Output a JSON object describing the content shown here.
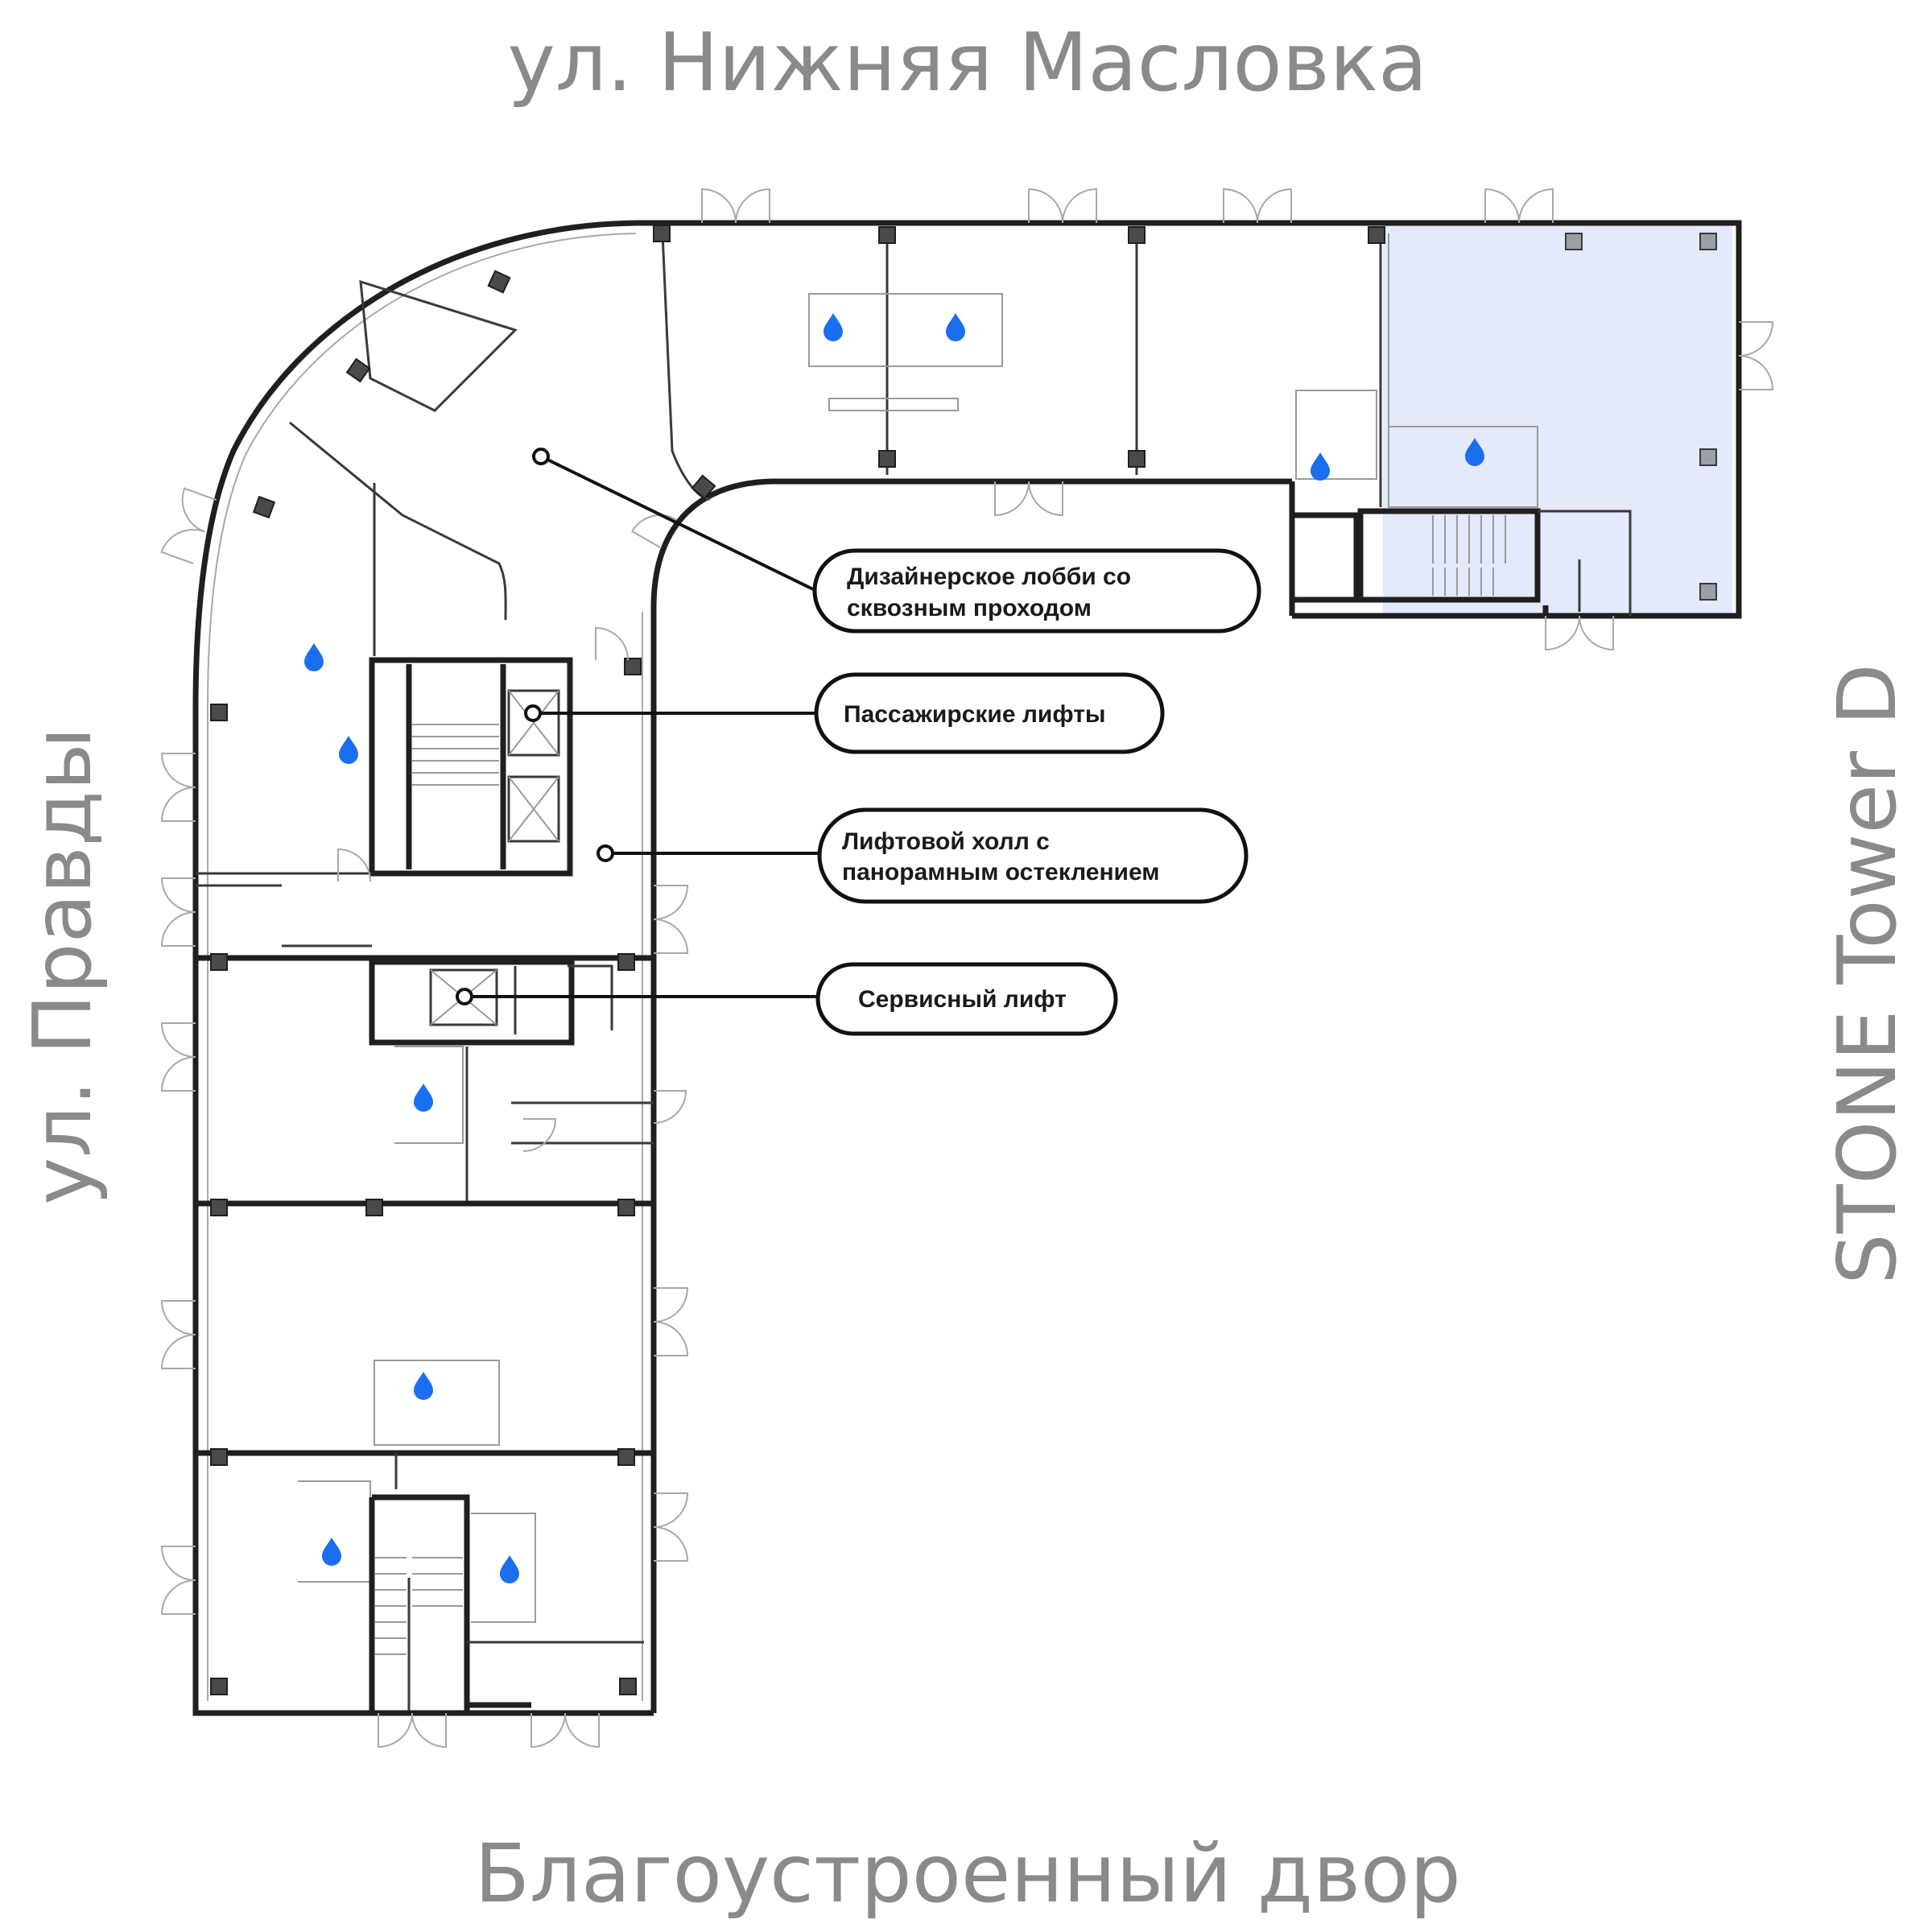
{
  "streets": {
    "north": "ул. Нижняя Масловка",
    "west": "ул. Правды",
    "south": "Благоустроенный двор",
    "east": "STONE Tower D"
  },
  "callouts": [
    {
      "id": "lobby",
      "lines": [
        "Дизайнерское лобби со",
        "сквозным проходом"
      ]
    },
    {
      "id": "passenger-lifts",
      "lines": [
        "Пассажирские лифты"
      ]
    },
    {
      "id": "lift-hall",
      "lines": [
        "Лифтовой холл с",
        "панорамным остеклением"
      ]
    },
    {
      "id": "service-lift",
      "lines": [
        "Сервисный лифт"
      ]
    }
  ],
  "colors": {
    "highlight_unit": "#e4e9fb",
    "water_icon": "#1a6ff0",
    "street_text": "#8a8a8a"
  },
  "icons": {
    "water": "water-drop-icon"
  }
}
